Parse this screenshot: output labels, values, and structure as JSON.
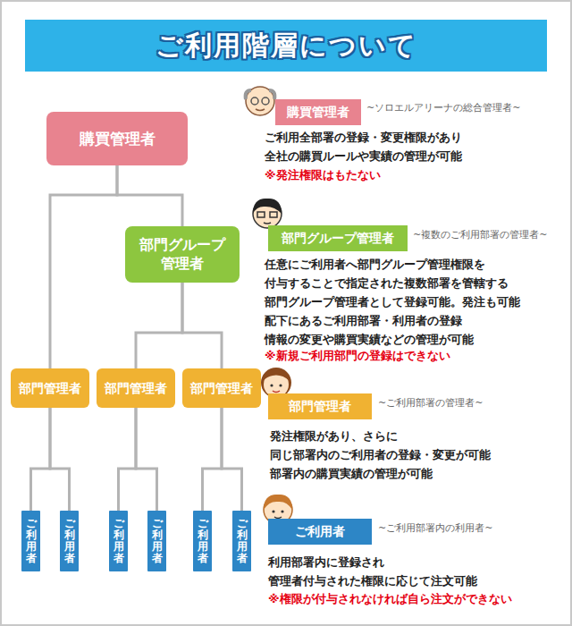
{
  "diagram": {
    "title": "ご利用階層について",
    "nodes": [
      {
        "text": [
          "購買管理者"
        ]
      },
      {
        "text": [
          "部門グループ 管理者"
        ]
      },
      {
        "text": [
          "部門管理者"
        ]
      },
      {
        "text": [
          "部門管理者"
        ]
      },
      {
        "text": [
          "部門管理者"
        ]
      },
      {
        "text": [
          "ご利用者"
        ]
      },
      {
        "text": [
          "ご利用者"
        ]
      },
      {
        "text": [
          "ご利用者"
        ]
      },
      {
        "text": [
          "ご利用者"
        ]
      },
      {
        "text": [
          "ご利用者"
        ]
      },
      {
        "text": [
          "ご利用者"
        ]
      },
      {
        "text": [
          "購買管理者"
        ]
      },
      {
        "text": [
          "部門グループ管理者"
        ]
      },
      {
        "text": [
          "部門管理者"
        ]
      },
      {
        "text": [
          "ご利用者"
        ]
      }
    ],
    "edges": [
      {
        "from": 0,
        "to": 1,
        "arrow": "none"
      },
      {
        "from": 0,
        "to": 2,
        "arrow": "none"
      },
      {
        "from": 1,
        "to": 3,
        "arrow": "none"
      },
      {
        "from": 1,
        "to": 4,
        "arrow": "none"
      },
      {
        "from": 2,
        "to": 5,
        "arrow": "none"
      },
      {
        "from": 2,
        "to": 6,
        "arrow": "none"
      },
      {
        "from": 3,
        "to": 7,
        "arrow": "none"
      },
      {
        "from": 3,
        "to": 8,
        "arrow": "none"
      },
      {
        "from": 4,
        "to": 9,
        "arrow": "none"
      },
      {
        "from": 4,
        "to": 10,
        "arrow": "none"
      }
    ],
    "labels": [
      "~ソロエルアリーナの総合管理者~",
      "ご利用全部署の登録・変更権限があり 全社の購買ルールや実績の管理が可能",
      "※発注権限はもたない",
      "~複数のご利用部署の管理者~",
      "任意にご利用者へ部門グループ管理権限を 付与することで指定された複数部署を管轄する 部門グループ管理者として登録可能。発注も可能 配下にあるご利用部署・利用者の登録 情報の変更や購買実績などの管理が可能",
      "※新規ご利用部門の登録はできない",
      "~ご利用部署の管理者~",
      "発注権限があり、さらに 同じ部署内のご利用者の登録・変更が可能 部署内の購買実績の管理が可能",
      "~ご利用部署内の利用者~",
      "利用部署内に登録され 管理者付与された権限に応じて注文可能",
      "※権限が付与されなければ自ら注文ができない"
    ]
  }
}
